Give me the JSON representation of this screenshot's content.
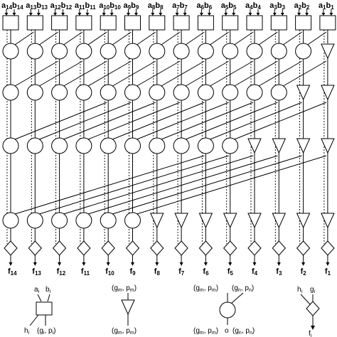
{
  "inputs": [
    {
      "a": "a",
      "a_sub": "14",
      "b": "b",
      "b_sub": "14"
    },
    {
      "a": "a",
      "a_sub": "13",
      "b": "b",
      "b_sub": "13"
    },
    {
      "a": "a",
      "a_sub": "12",
      "b": "b",
      "b_sub": "12"
    },
    {
      "a": "a",
      "a_sub": "11",
      "b": "b",
      "b_sub": "11"
    },
    {
      "a": "a",
      "a_sub": "10",
      "b": "b",
      "b_sub": "10"
    },
    {
      "a": "a",
      "a_sub": "9",
      "b": "b",
      "b_sub": "9"
    },
    {
      "a": "a",
      "a_sub": "8",
      "b": "b",
      "b_sub": "8"
    },
    {
      "a": "a",
      "a_sub": "7",
      "b": "b",
      "b_sub": "7"
    },
    {
      "a": "a",
      "a_sub": "6",
      "b": "b",
      "b_sub": "6"
    },
    {
      "a": "a",
      "a_sub": "5",
      "b": "b",
      "b_sub": "5"
    },
    {
      "a": "a",
      "a_sub": "4",
      "b": "b",
      "b_sub": "4"
    },
    {
      "a": "a",
      "a_sub": "3",
      "b": "b",
      "b_sub": "3"
    },
    {
      "a": "a",
      "a_sub": "2",
      "b": "b",
      "b_sub": "2"
    },
    {
      "a": "a",
      "a_sub": "1",
      "b": "b",
      "b_sub": "1"
    }
  ],
  "outputs": [
    {
      "f": "f",
      "sub": "14"
    },
    {
      "f": "f",
      "sub": "13"
    },
    {
      "f": "f",
      "sub": "12"
    },
    {
      "f": "f",
      "sub": "11"
    },
    {
      "f": "f",
      "sub": "10"
    },
    {
      "f": "f",
      "sub": "9"
    },
    {
      "f": "f",
      "sub": "8"
    },
    {
      "f": "f",
      "sub": "7"
    },
    {
      "f": "f",
      "sub": "6"
    },
    {
      "f": "f",
      "sub": "5"
    },
    {
      "f": "f",
      "sub": "4"
    },
    {
      "f": "f",
      "sub": "3"
    },
    {
      "f": "f",
      "sub": "2"
    },
    {
      "f": "f",
      "sub": "1"
    }
  ],
  "levels": [
    {
      "span": 1,
      "circle_count": 13
    },
    {
      "span": 2,
      "circle_count": 12
    },
    {
      "span": 4,
      "circle_count": 10
    },
    {
      "span": 8,
      "circle_count": 6
    }
  ],
  "legend": {
    "pg_cell": {
      "a": "a",
      "a_sub": "i",
      "b": "b",
      "b_sub": "i",
      "h": "h",
      "h_sub": "i",
      "gp": "(g",
      "gp_sub1": "i",
      "gp_mid": ", p",
      "gp_sub2": "i",
      "gp_end": ")"
    },
    "buffer": {
      "in": "(g",
      "in_sub1": "m",
      "in_mid": ", p",
      "in_sub2": "m",
      "in_end": ")",
      "out": "(g",
      "out_sub1": "m",
      "out_mid": ", p",
      "out_sub2": "m",
      "out_end": ")"
    },
    "black_cell": {
      "in1": "(g",
      "in1_sub1": "m",
      "in1_mid": ", p",
      "in1_sub2": "m",
      "in1_end": ")",
      "in2": "(g",
      "in2_sub1": "n",
      "in2_mid": ", p",
      "in2_sub2": "n",
      "in2_end": ")",
      "out1": "(g",
      "out1_sub1": "m",
      "out1_mid": ", p",
      "out1_sub2": "m",
      "out1_end": ")",
      "o": "o",
      "out2": "(g",
      "out2_sub1": "n",
      "out2_mid": ", p",
      "out2_sub2": "n",
      "out2_end": ")"
    },
    "sum_cell": {
      "h": "h",
      "h_sub": "i",
      "g": "g",
      "g_sub": "i",
      "f": "f",
      "f_sub": "i"
    }
  },
  "colors": {
    "stroke": "#000000",
    "background": "#ffffff"
  }
}
